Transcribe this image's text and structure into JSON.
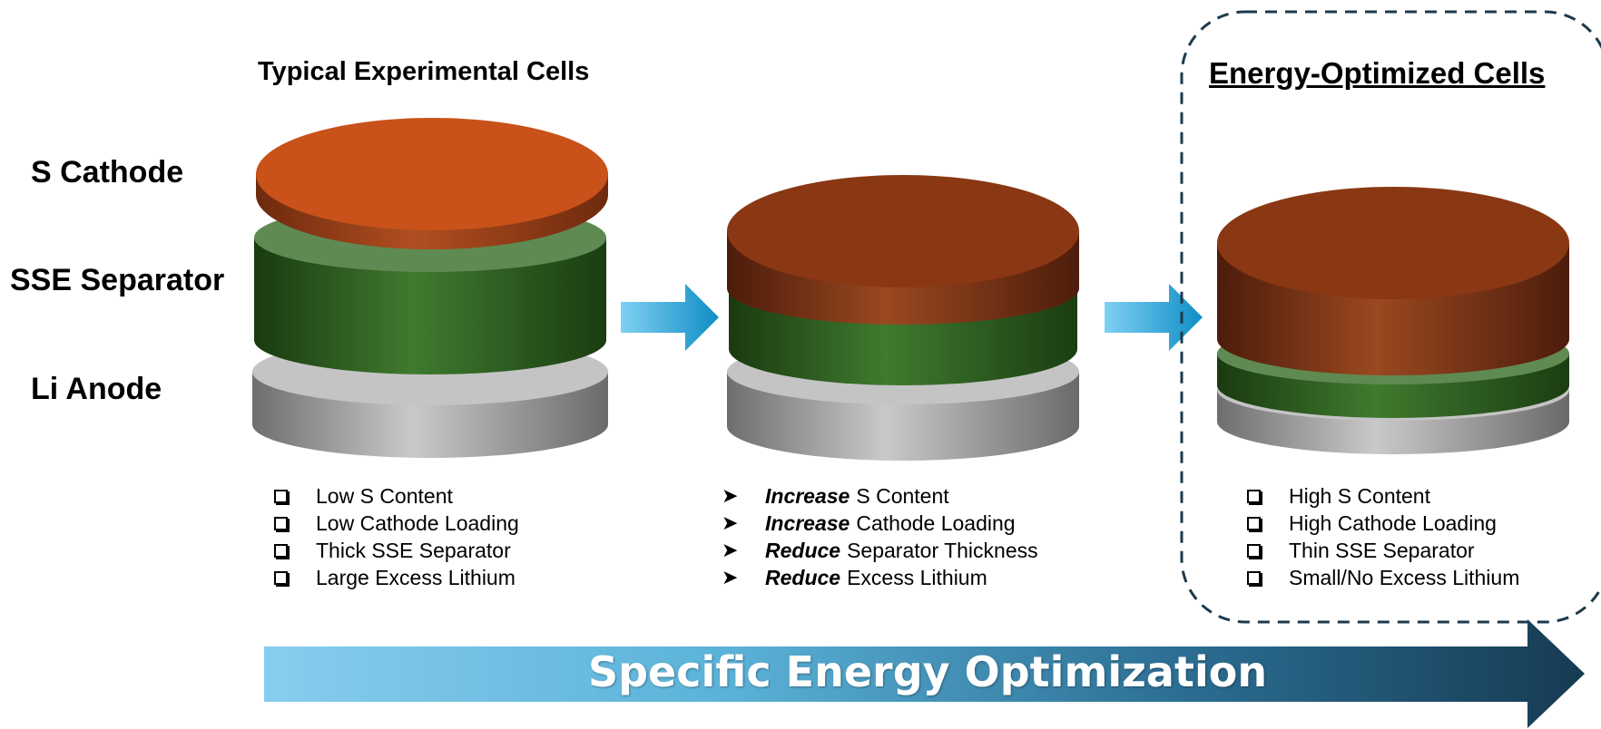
{
  "labels": {
    "cathode": "S Cathode",
    "separator": "SSE Separator",
    "anode": "Li Anode"
  },
  "titles": {
    "typical": "Typical Experimental Cells",
    "optimized": "Energy-Optimized Cells"
  },
  "lists": {
    "typical": [
      "Low S Content",
      "Low Cathode Loading",
      "Thick SSE Separator",
      "Large Excess Lithium"
    ],
    "steps": [
      {
        "emphasis": "Increase",
        "text": "S Content"
      },
      {
        "emphasis": "Increase",
        "text": "Cathode Loading"
      },
      {
        "emphasis": "Reduce",
        "text": "Separator Thickness"
      },
      {
        "emphasis": "Reduce",
        "text": "Excess Lithium"
      }
    ],
    "optimized": [
      "High S Content",
      "High Cathode Loading",
      "Thin SSE Separator",
      "Small/No Excess Lithium"
    ]
  },
  "banner": "Specific Energy Optimization",
  "colors": {
    "cathode_light": "#c8521a",
    "cathode_dark": "#8a3714",
    "separator": "#2f5e1e",
    "separator_top": "#5f8a52",
    "anode": "#a8a8a8",
    "arrow": "#1f9fd6",
    "banner_start": "#87cdee",
    "banner_end": "#173f58"
  }
}
